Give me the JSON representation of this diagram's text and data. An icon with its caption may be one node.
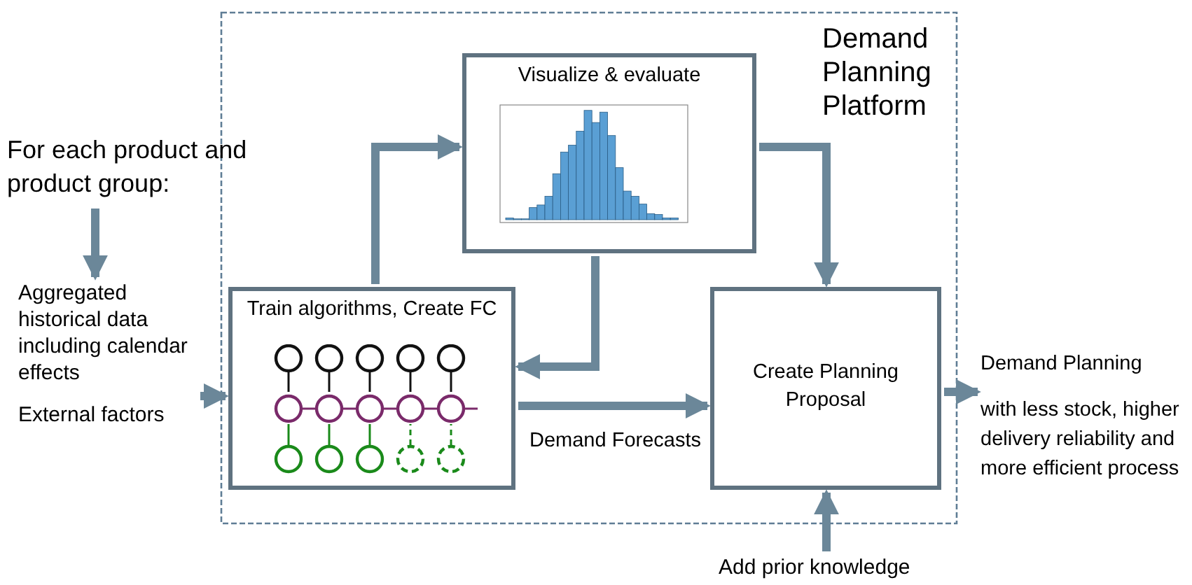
{
  "diagram": {
    "nodes": [
      {
        "text": [
          "Demand Planning Platform"
        ]
      },
      {
        "text": [
          "For each product and product group:"
        ]
      },
      {
        "text": [
          "Aggregated historical data including calendar effects",
          "External factors"
        ]
      },
      {
        "text": [
          "Train algorithms, Create FC"
        ],
        "in": 0
      },
      {
        "text": [
          "Visualize & evaluate"
        ],
        "in": 0
      },
      {
        "text": [
          "Create Planning Proposal"
        ],
        "in": 0
      },
      {
        "text": [
          "Demand Planning",
          "with less stock, higher delivery reliability and more efficient process"
        ]
      },
      {
        "text": [
          "Add prior knowledge"
        ]
      }
    ],
    "edges": [
      {
        "from": 1,
        "to": 2,
        "arrow": "to"
      },
      {
        "from": 2,
        "to": 3,
        "arrow": "to"
      },
      {
        "from": 3,
        "to": 4,
        "arrow": "to"
      },
      {
        "from": 4,
        "to": 3,
        "arrow": "to"
      },
      {
        "from": 4,
        "to": 5,
        "arrow": "to"
      },
      {
        "from": 3,
        "to": 5,
        "arrow": "to",
        "label": "Demand Forecasts"
      },
      {
        "from": 5,
        "to": 6,
        "arrow": "to"
      },
      {
        "from": 7,
        "to": 5,
        "arrow": "to"
      }
    ]
  }
}
